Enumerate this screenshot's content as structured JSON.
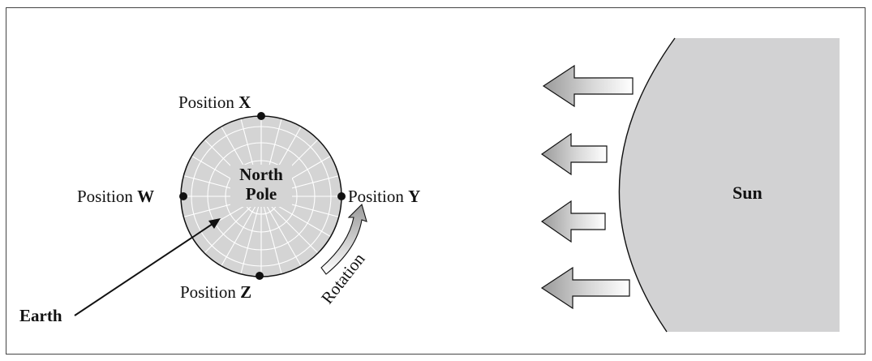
{
  "diagram": {
    "labels": {
      "position_prefix": "Position",
      "x_letter": "X",
      "w_letter": "W",
      "y_letter": "Y",
      "z_letter": "Z",
      "north": "North",
      "pole": "Pole",
      "earth": "Earth",
      "rotation": "Rotation",
      "sun": "Sun"
    },
    "colors": {
      "sun_fill": "#d2d2d3",
      "earth_fill": "#d4d4d4",
      "grid_lines": "#ffffff",
      "ink": "#111111"
    },
    "icons": [
      "sunlight-arrow",
      "rotation-arrow",
      "pointer-arrow"
    ]
  }
}
